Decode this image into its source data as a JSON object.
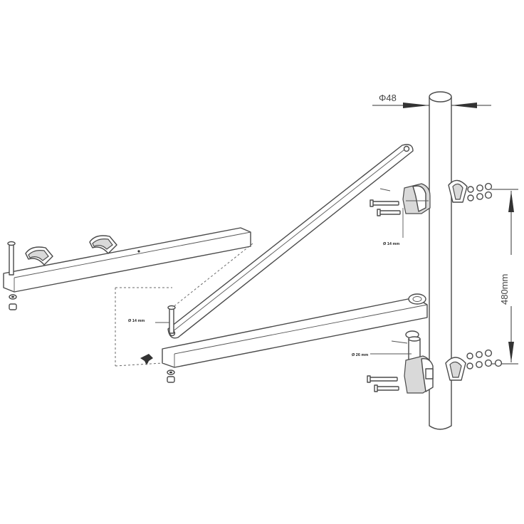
{
  "labels": {
    "tube_diameter": "Φ48",
    "clamp_spacing": "480mm",
    "bolt_diameter_upper": "Ø 14 mm",
    "bolt_diameter_left": "Ø 14 mm",
    "pin_diameter": "Ø 26 mm"
  }
}
